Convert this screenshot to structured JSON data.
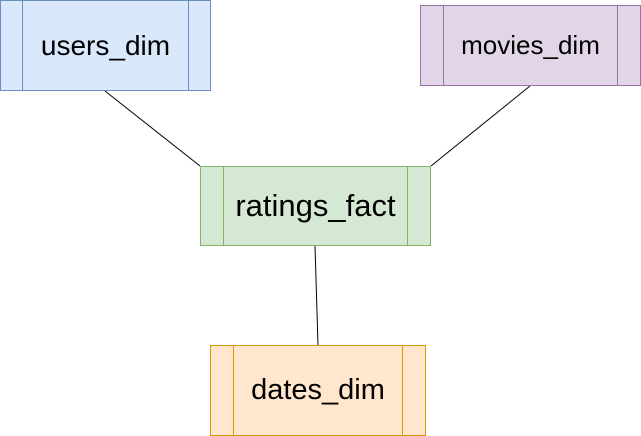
{
  "diagram": {
    "nodes": [
      {
        "id": "users",
        "label": "users_dim",
        "fill": "#dae8fc",
        "stroke": "#6c8ebf"
      },
      {
        "id": "movies",
        "label": "movies_dim",
        "fill": "#e1d5e7",
        "stroke": "#9673a6"
      },
      {
        "id": "ratings",
        "label": "ratings_fact",
        "fill": "#d5e8d4",
        "stroke": "#82b366"
      },
      {
        "id": "dates",
        "label": "dates_dim",
        "fill": "#ffe6cc",
        "stroke": "#d79b00"
      }
    ],
    "edges": [
      {
        "from": "ratings",
        "to": "users"
      },
      {
        "from": "ratings",
        "to": "movies"
      },
      {
        "from": "ratings",
        "to": "dates"
      }
    ]
  }
}
